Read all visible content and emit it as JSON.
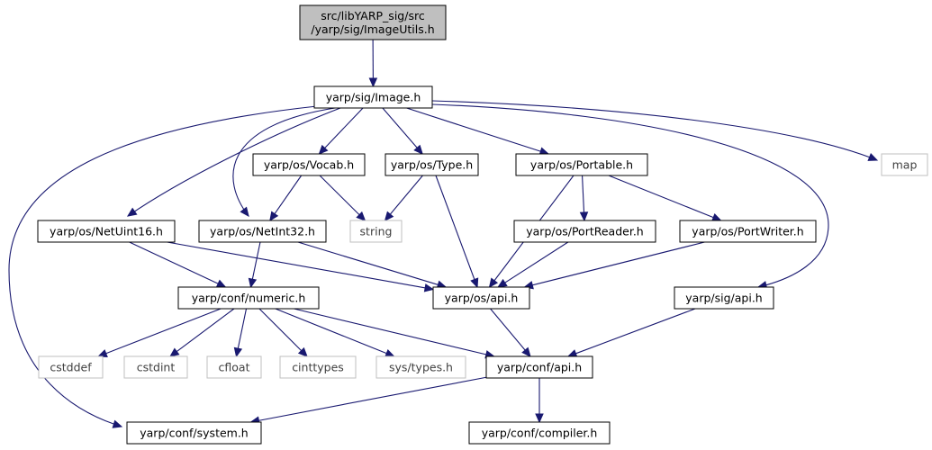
{
  "graph": {
    "colors": {
      "edge": "#191970",
      "root_fill": "#bfbfbf",
      "node_fill": "#ffffff",
      "node_border": "#000000",
      "external_border": "#bfbfbf",
      "external_text": "#404040"
    },
    "nodes": [
      {
        "id": "imageutils",
        "lines": [
          "src/libYARP_sig/src",
          "/yarp/sig/ImageUtils.h"
        ],
        "kind": "root"
      },
      {
        "id": "image",
        "lines": [
          "yarp/sig/Image.h"
        ],
        "kind": "local"
      },
      {
        "id": "vocab",
        "lines": [
          "yarp/os/Vocab.h"
        ],
        "kind": "local"
      },
      {
        "id": "type",
        "lines": [
          "yarp/os/Type.h"
        ],
        "kind": "local"
      },
      {
        "id": "portable",
        "lines": [
          "yarp/os/Portable.h"
        ],
        "kind": "local"
      },
      {
        "id": "map",
        "lines": [
          "map"
        ],
        "kind": "external"
      },
      {
        "id": "netuint16",
        "lines": [
          "yarp/os/NetUint16.h"
        ],
        "kind": "local"
      },
      {
        "id": "netint32",
        "lines": [
          "yarp/os/NetInt32.h"
        ],
        "kind": "local"
      },
      {
        "id": "string",
        "lines": [
          "string"
        ],
        "kind": "external"
      },
      {
        "id": "portreader",
        "lines": [
          "yarp/os/PortReader.h"
        ],
        "kind": "local"
      },
      {
        "id": "portwriter",
        "lines": [
          "yarp/os/PortWriter.h"
        ],
        "kind": "local"
      },
      {
        "id": "numeric",
        "lines": [
          "yarp/conf/numeric.h"
        ],
        "kind": "local"
      },
      {
        "id": "osapi",
        "lines": [
          "yarp/os/api.h"
        ],
        "kind": "local"
      },
      {
        "id": "sigapi",
        "lines": [
          "yarp/sig/api.h"
        ],
        "kind": "local"
      },
      {
        "id": "cstddef",
        "lines": [
          "cstddef"
        ],
        "kind": "external"
      },
      {
        "id": "cstdint",
        "lines": [
          "cstdint"
        ],
        "kind": "external"
      },
      {
        "id": "cfloat",
        "lines": [
          "cfloat"
        ],
        "kind": "external"
      },
      {
        "id": "cinttypes",
        "lines": [
          "cinttypes"
        ],
        "kind": "external"
      },
      {
        "id": "systypes",
        "lines": [
          "sys/types.h"
        ],
        "kind": "external"
      },
      {
        "id": "confapi",
        "lines": [
          "yarp/conf/api.h"
        ],
        "kind": "local"
      },
      {
        "id": "system",
        "lines": [
          "yarp/conf/system.h"
        ],
        "kind": "local"
      },
      {
        "id": "compiler",
        "lines": [
          "yarp/conf/compiler.h"
        ],
        "kind": "local"
      }
    ],
    "edges": [
      {
        "from": "imageutils",
        "to": "image"
      },
      {
        "from": "image",
        "to": "vocab"
      },
      {
        "from": "image",
        "to": "type"
      },
      {
        "from": "image",
        "to": "portable"
      },
      {
        "from": "image",
        "to": "map"
      },
      {
        "from": "image",
        "to": "netuint16"
      },
      {
        "from": "image",
        "to": "netint32"
      },
      {
        "from": "image",
        "to": "sigapi"
      },
      {
        "from": "image",
        "to": "system"
      },
      {
        "from": "vocab",
        "to": "netint32"
      },
      {
        "from": "vocab",
        "to": "string"
      },
      {
        "from": "type",
        "to": "string"
      },
      {
        "from": "type",
        "to": "osapi"
      },
      {
        "from": "portable",
        "to": "osapi"
      },
      {
        "from": "portable",
        "to": "portreader"
      },
      {
        "from": "portable",
        "to": "portwriter"
      },
      {
        "from": "netuint16",
        "to": "numeric"
      },
      {
        "from": "netuint16",
        "to": "osapi"
      },
      {
        "from": "netint32",
        "to": "numeric"
      },
      {
        "from": "netint32",
        "to": "osapi"
      },
      {
        "from": "portreader",
        "to": "osapi"
      },
      {
        "from": "portwriter",
        "to": "osapi"
      },
      {
        "from": "numeric",
        "to": "cstddef"
      },
      {
        "from": "numeric",
        "to": "cstdint"
      },
      {
        "from": "numeric",
        "to": "cfloat"
      },
      {
        "from": "numeric",
        "to": "cinttypes"
      },
      {
        "from": "numeric",
        "to": "systypes"
      },
      {
        "from": "numeric",
        "to": "confapi"
      },
      {
        "from": "osapi",
        "to": "confapi"
      },
      {
        "from": "sigapi",
        "to": "confapi"
      },
      {
        "from": "confapi",
        "to": "system"
      },
      {
        "from": "confapi",
        "to": "compiler"
      }
    ]
  }
}
